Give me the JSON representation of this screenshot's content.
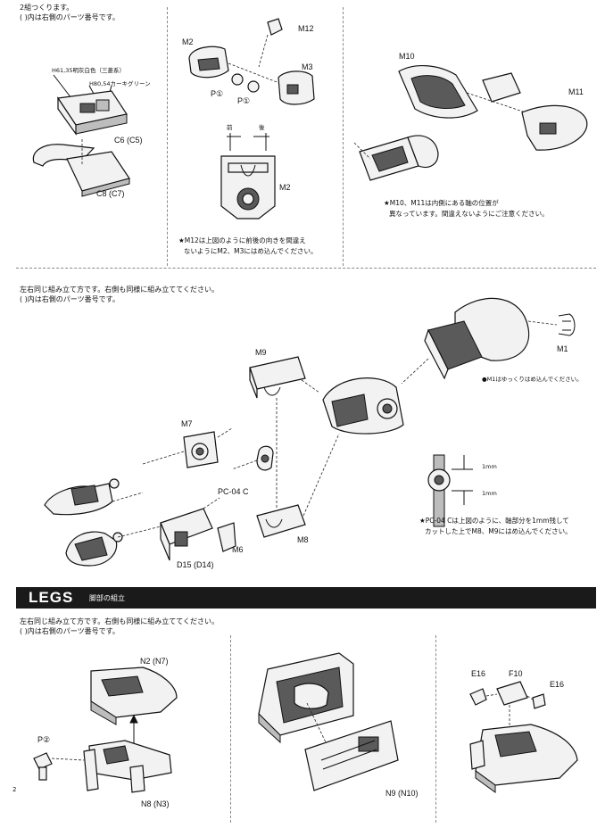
{
  "top_left": {
    "line1": "2組つくります。",
    "line2": "( )内は右側のパーツ番号です。",
    "color_note1": "H61,35明灰白色（三菱系）",
    "color_note2": "H80,54カーキグリーン",
    "c6": "C6 (C5)",
    "c8": "C8 (C7)"
  },
  "top_mid": {
    "m2": "M2",
    "m12": "M12",
    "m3": "M3",
    "p1a": "P①",
    "p1b": "P①",
    "front_mark": "前",
    "back_mark": "後",
    "m2_b": "M2",
    "note1": "★M12は上図のように前後の向きを間違え",
    "note2": "ないようにM2、M3にはめ込んでください。"
  },
  "top_right": {
    "m10": "M10",
    "m11": "M11",
    "note1": "★M10、M11は内側にある軸の位置が",
    "note2": "異なっています。間違えないようにご注意ください。"
  },
  "arm": {
    "line1": "左右同じ組み立て方です。右側も同様に組み立ててください。",
    "line2": "( )内は右側のパーツ番号です。",
    "m1": "M1",
    "m1_note": "●M1はゆっくりはめ込んでください。",
    "m9": "M9",
    "m7": "M7",
    "pc04": "PC-04 C",
    "m6": "M6",
    "m8": "M8",
    "d15": "D15 (D14)",
    "dim1": "1mm",
    "dim2": "1mm",
    "note1": "★PC-04 Cは上図のように、軸部分を1mm残して",
    "note2": "カットした上でM8、M9にはめ込んでください。"
  },
  "legs": {
    "title": "LEGS",
    "subtitle": "脚部の組立",
    "line1": "左右同じ組み立て方です。右側も同様に組み立ててください。",
    "line2": "( )内は右側のパーツ番号です。",
    "n2": "N2 (N7)",
    "p2": "P②",
    "n8": "N8 (N3)",
    "n9": "N9 (N10)",
    "e16a": "E16",
    "f10": "F10",
    "e16b": "E16",
    "margin_mark": "2"
  }
}
